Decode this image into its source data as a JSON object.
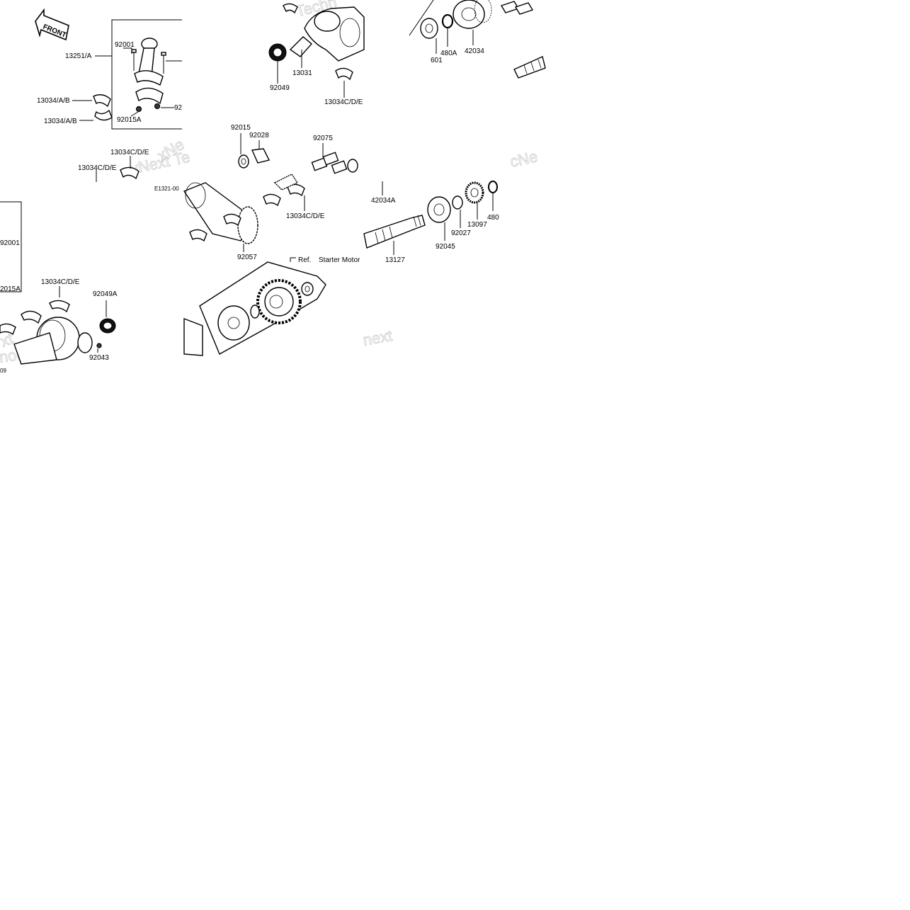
{
  "front_label": "FRONT",
  "ref_labels": {
    "ref": "Ref.",
    "starter_motor": "Starter Motor"
  },
  "diagram_code": "E1321-00",
  "diagram_code_partial": "09",
  "watermarks": [
    "vNext Te",
    "Techn",
    "next",
    "xt",
    "nologies",
    "xNe",
    "cNe"
  ],
  "part_labels": {
    "p13251A": "13251/A",
    "p92001_top": "92001",
    "p13034AB_1": "13034/A/B",
    "p13034AB_2": "13034/A/B",
    "p92015A_top": "92015A",
    "p92_partial": "92",
    "p13034CDE_a": "13034C/D/E",
    "p13034CDE_b": "13034C/D/E",
    "p92049": "92049",
    "p13031": "13031",
    "p13034CDE_c": "13034C/D/E",
    "p92015": "92015",
    "p92028": "92028",
    "p92075": "92075",
    "p601": "601",
    "p480A": "480A",
    "p42034": "42034",
    "p92001_left": "92001",
    "p2015A_left": "2015A",
    "p13034CDE_d": "13034C/D/E",
    "p92049A": "92049A",
    "p92043": "92043",
    "p92057": "92057",
    "p13034CDE_e": "13034C/D/E",
    "p42034A": "42034A",
    "p92045": "92045",
    "p92027": "92027",
    "p13097": "13097",
    "p480": "480",
    "p13127": "13127"
  }
}
